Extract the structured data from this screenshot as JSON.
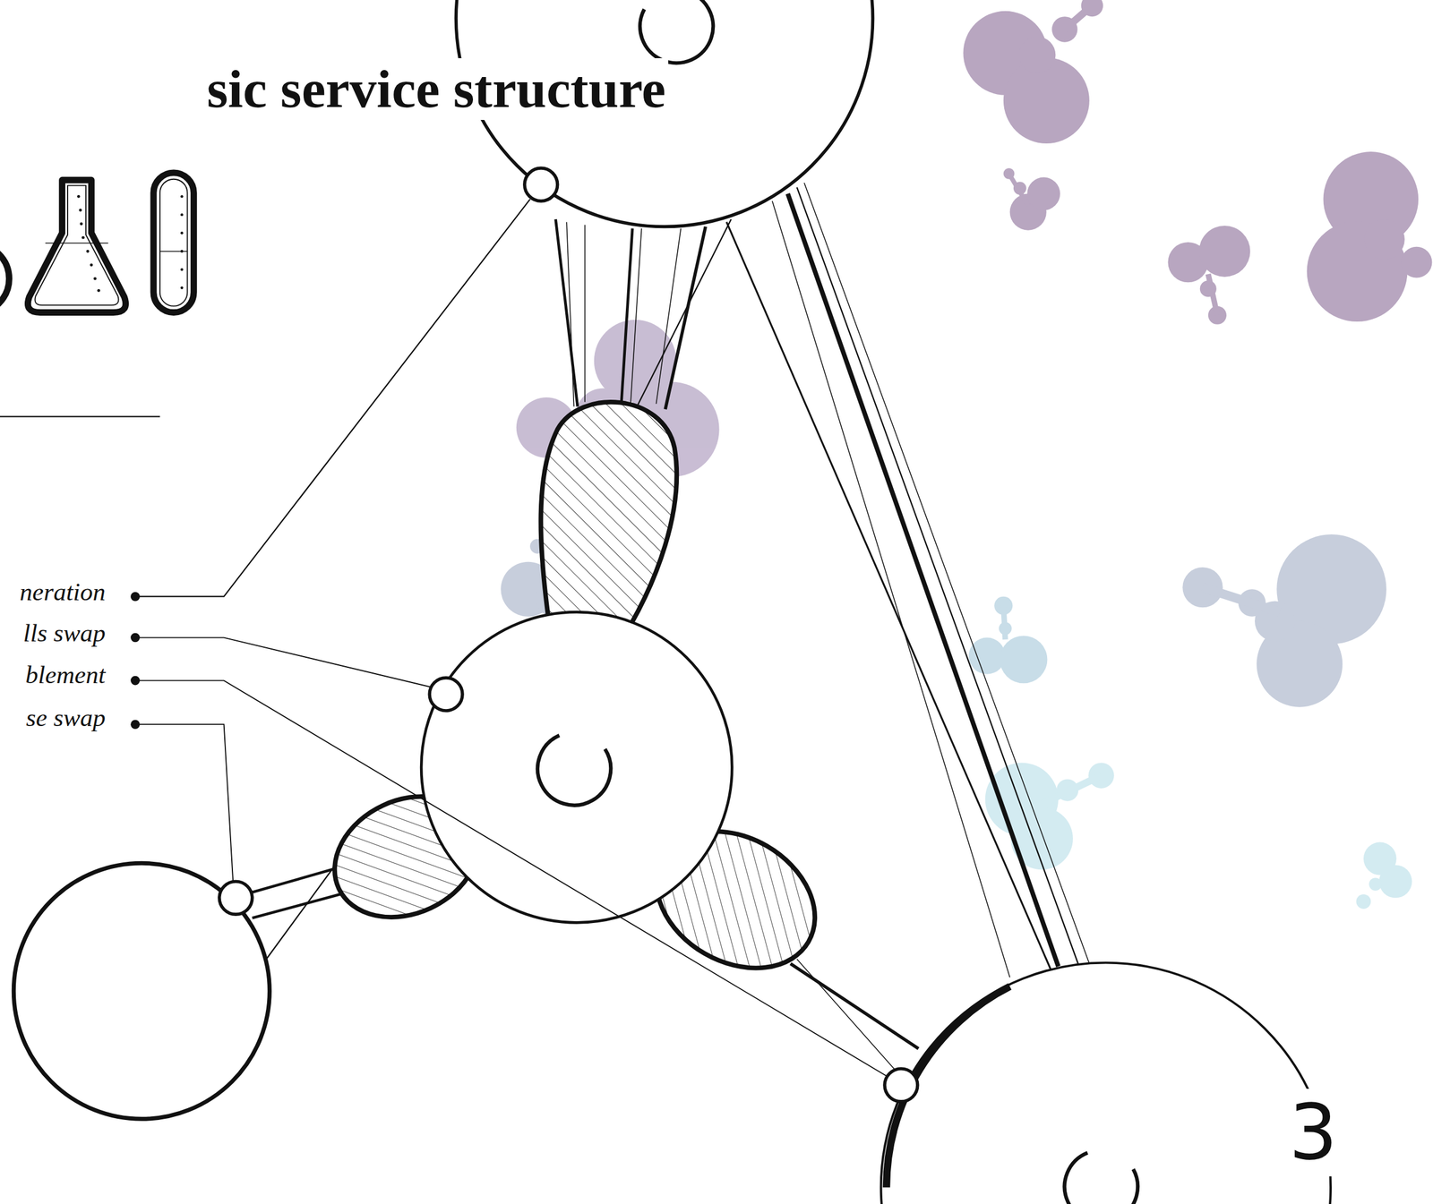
{
  "diagram": {
    "title": "sic service structure",
    "labels": [
      "neration",
      "lls swap",
      "blement",
      "se swap",
      "3"
    ]
  }
}
